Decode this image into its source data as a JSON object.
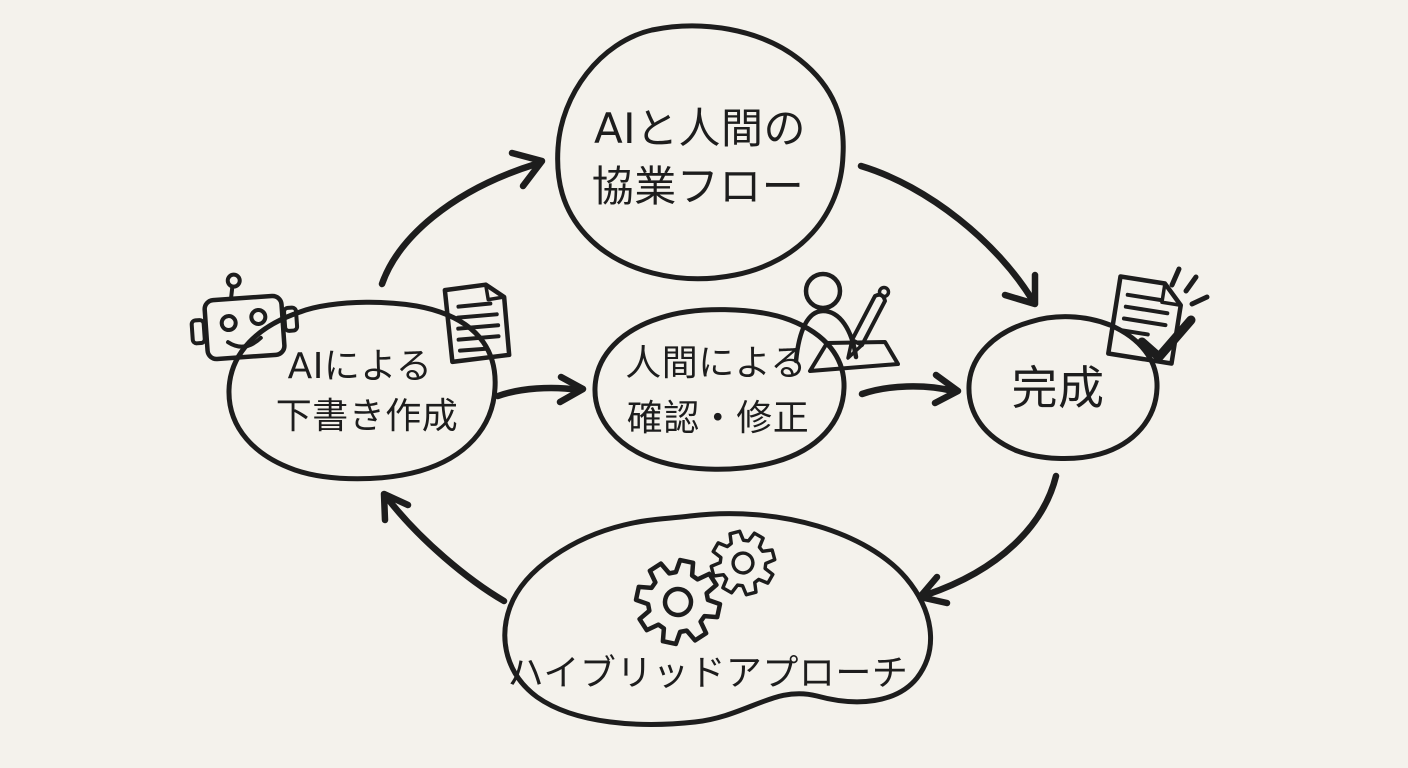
{
  "palette": {
    "background": "#f4f2ec",
    "ink": "#1d1d1d"
  },
  "diagram": {
    "title_node": {
      "line1": "AIと人間の",
      "line2": "協業フロー"
    },
    "ai_draft_node": {
      "line1": "AIによる",
      "line2": "下書き作成"
    },
    "human_review_node": {
      "line1": "人間による",
      "line2": "確認・修正"
    },
    "complete_node": {
      "label": "完成"
    },
    "hybrid_node": {
      "label": "ハイブリッドアプローチ"
    },
    "icons": {
      "robot": "robot-icon",
      "draft_document": "document-icon",
      "person_writing": "person-writing-icon",
      "completed_document": "completed-document-check-icon",
      "gears": "gears-icon"
    }
  }
}
